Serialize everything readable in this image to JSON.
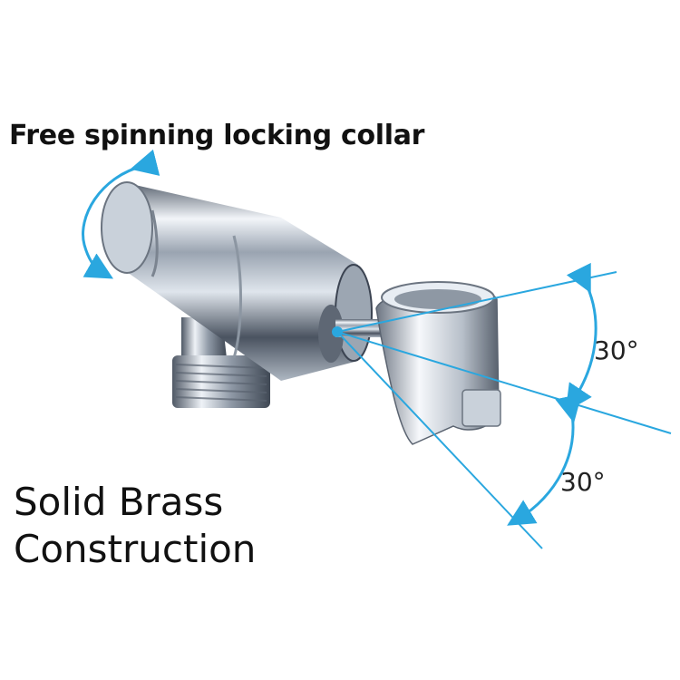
{
  "labels": {
    "collar": "Free spinning locking collar",
    "material_line1": "Solid Brass",
    "material_line2": "Construction",
    "angle_up": "30°",
    "angle_down": "30°"
  },
  "colors": {
    "arrow_blue": "#2aa7df",
    "chrome_dark": "#3c4452",
    "chrome_light": "#f4f7fb"
  }
}
